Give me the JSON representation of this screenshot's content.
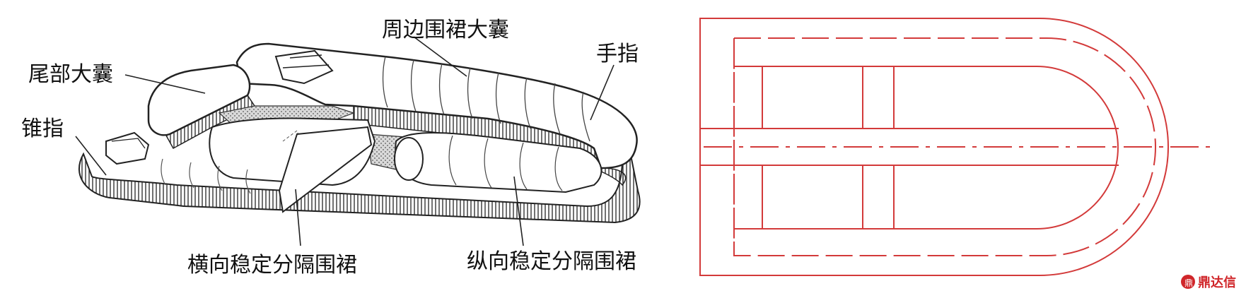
{
  "left_figure": {
    "labels": {
      "perimeter_skirt_bag": "周边围裙大囊",
      "tail_bag": "尾部大囊",
      "finger": "手指",
      "cone_finger": "锥指",
      "transverse_stability_skirt": "横向稳定分隔围裙",
      "longitudinal_stability_skirt": "纵向稳定分隔围裙"
    }
  },
  "right_figure": {
    "line_color": "#d33a3a"
  },
  "watermark": {
    "text": "鼎达信",
    "color": "#d0262a"
  }
}
